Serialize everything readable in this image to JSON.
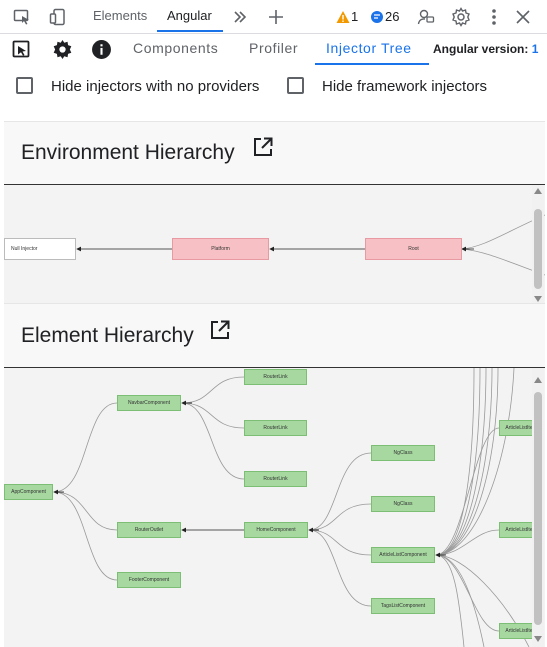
{
  "devtools": {
    "tabs": [
      {
        "label": "Elements"
      },
      {
        "label": "Angular"
      }
    ],
    "warning_count": "1",
    "message_count": "26"
  },
  "angular_toolbar": {
    "tabs": [
      {
        "label": "Components"
      },
      {
        "label": "Profiler"
      },
      {
        "label": "Injector Tree"
      }
    ],
    "version_label": "Angular version:",
    "version_value": "1"
  },
  "filters": {
    "hide_no_providers": "Hide injectors with no providers",
    "hide_framework": "Hide framework injectors"
  },
  "environment": {
    "title": "Environment Hierarchy",
    "nodes": {
      "null_injector": "Null Injector",
      "platform": "Platform",
      "root": "Root"
    }
  },
  "element": {
    "title": "Element Hierarchy",
    "nodes": {
      "router_link_1": "RouterLink",
      "navbar": "NavbarComponent",
      "router_link_2": "RouterLink",
      "router_link_3": "RouterLink",
      "app": "AppComponent",
      "router_outlet": "RouterOutlet",
      "footer": "FooterComponent",
      "home": "HomeComponent",
      "ngclass_1": "NgClass",
      "ngclass_2": "NgClass",
      "article_list": "ArticleListComponent",
      "tags_list": "TagsListComponent",
      "article_list_item_1": "ArticleListIte",
      "article_list_item_2": "ArticleListIte",
      "article_list_item_3": "ArticleListIte"
    }
  },
  "colors": {
    "accent": "#1a73e8",
    "warning": "#f29900",
    "info": "#1a73e8",
    "node_green": "#a6d8a0",
    "node_pink": "#f6c0c4"
  }
}
